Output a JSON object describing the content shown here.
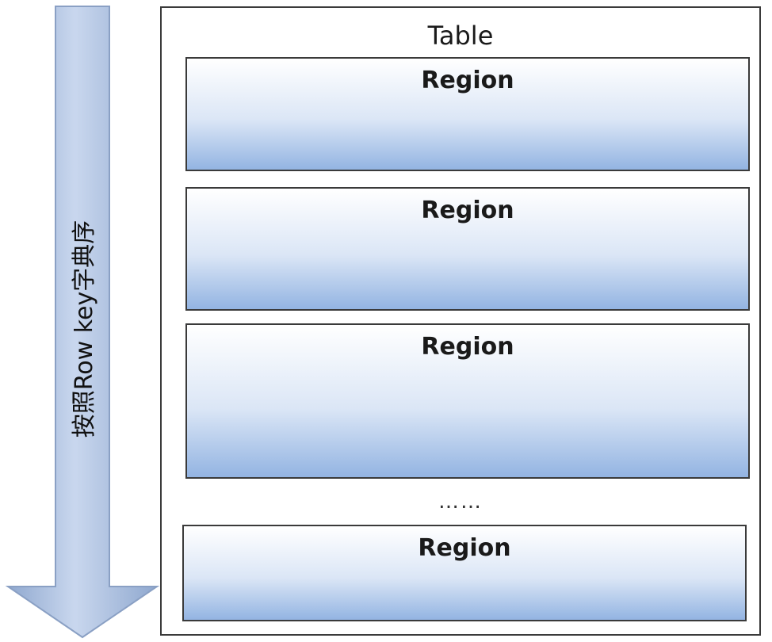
{
  "table": {
    "title": "Table",
    "regions": [
      {
        "label": "Region"
      },
      {
        "label": "Region"
      },
      {
        "label": "Region"
      },
      {
        "label": "Region"
      }
    ],
    "ellipsis": "……"
  },
  "arrow": {
    "label": "按照Row key字典序"
  },
  "colors": {
    "region_top": "#ffffff",
    "region_bottom": "#93b4e2",
    "arrow_fill": "#a9bfdf",
    "border": "#3a3a3a"
  }
}
